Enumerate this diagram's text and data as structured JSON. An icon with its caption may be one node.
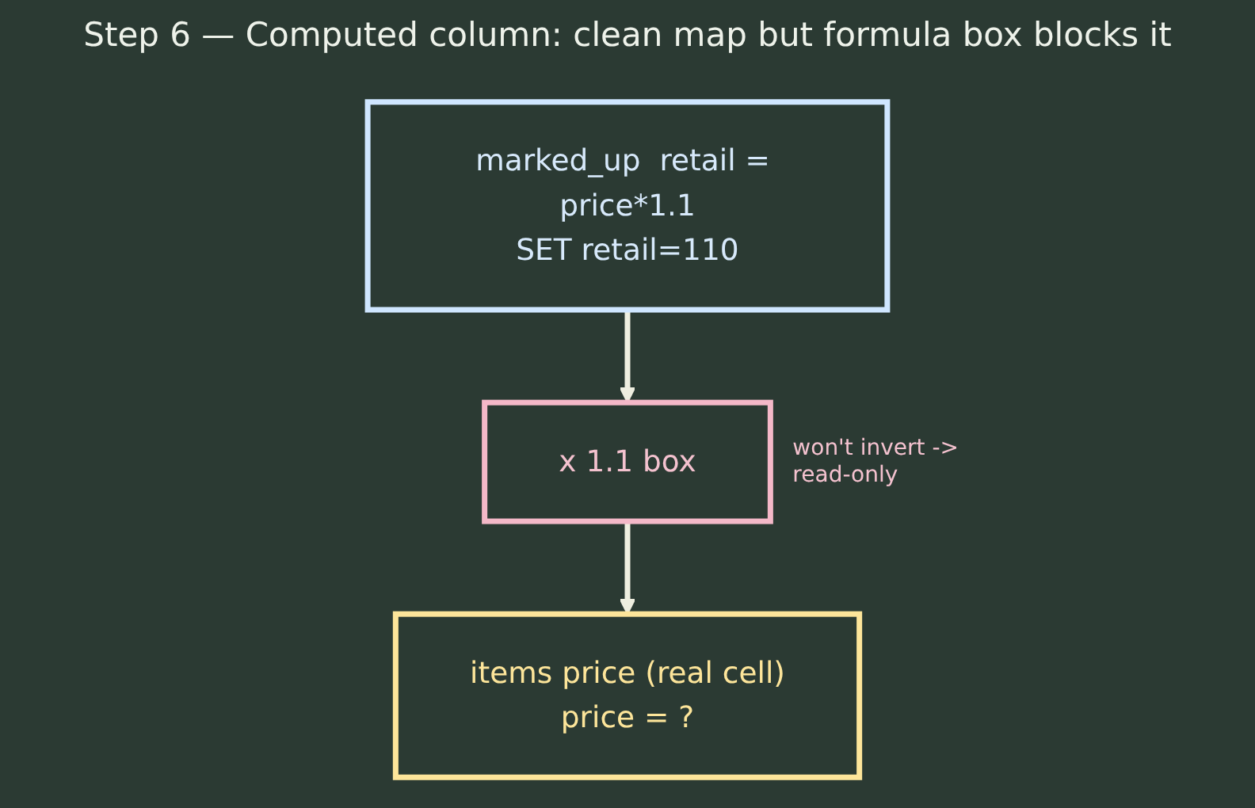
{
  "diagram": {
    "title": "Step 6 — Computed column: clean map but formula box blocks it",
    "nodes": [
      {
        "text": [
          "marked_up  retail = price*1.1",
          "SET retail=110"
        ]
      },
      {
        "text": [
          "x 1.1 box"
        ],
        "beside": [
          "won't invert -> read-only"
        ]
      },
      {
        "text": [
          "items  price (real cell)",
          "price = ?"
        ]
      }
    ],
    "edges": [
      {
        "from": 0,
        "to": 1,
        "arrow": "to"
      },
      {
        "from": 1,
        "to": 2,
        "arrow": "to"
      }
    ]
  }
}
